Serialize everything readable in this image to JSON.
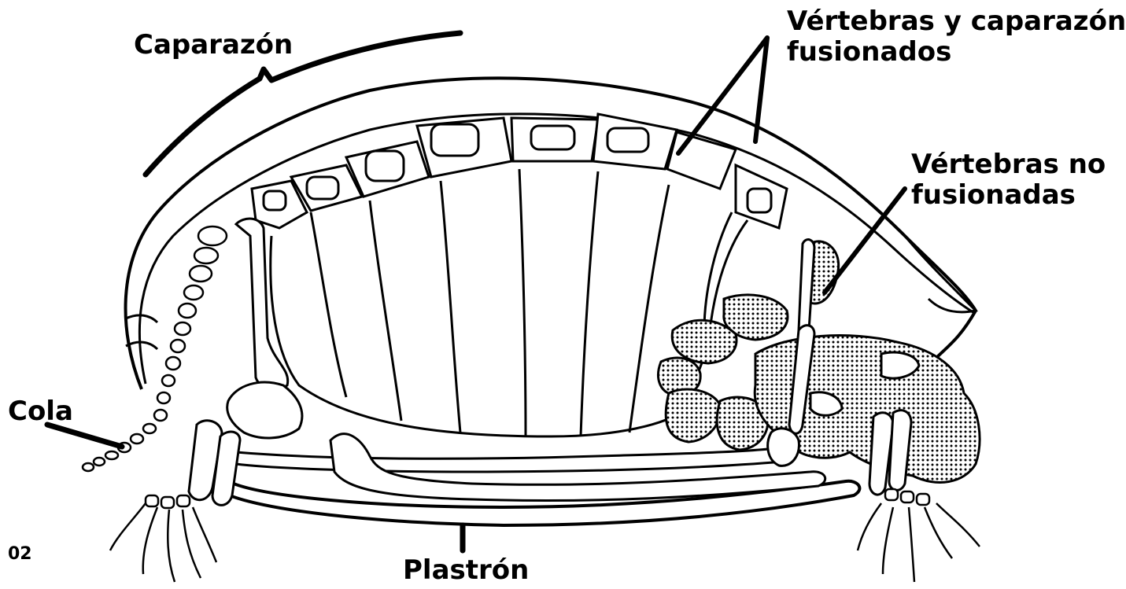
{
  "labels": {
    "carapace": "Caparazón",
    "fused_line1": "Vértebras y caparazón",
    "fused_line2": "fusionados",
    "unfused_line1": "Vértebras no",
    "unfused_line2": "fusionadas",
    "tail": "Cola",
    "plastron": "Plastrón",
    "page_number": "02"
  },
  "colors": {
    "ink": "#000000",
    "background": "#ffffff",
    "stipple": "#9a9a9a"
  }
}
